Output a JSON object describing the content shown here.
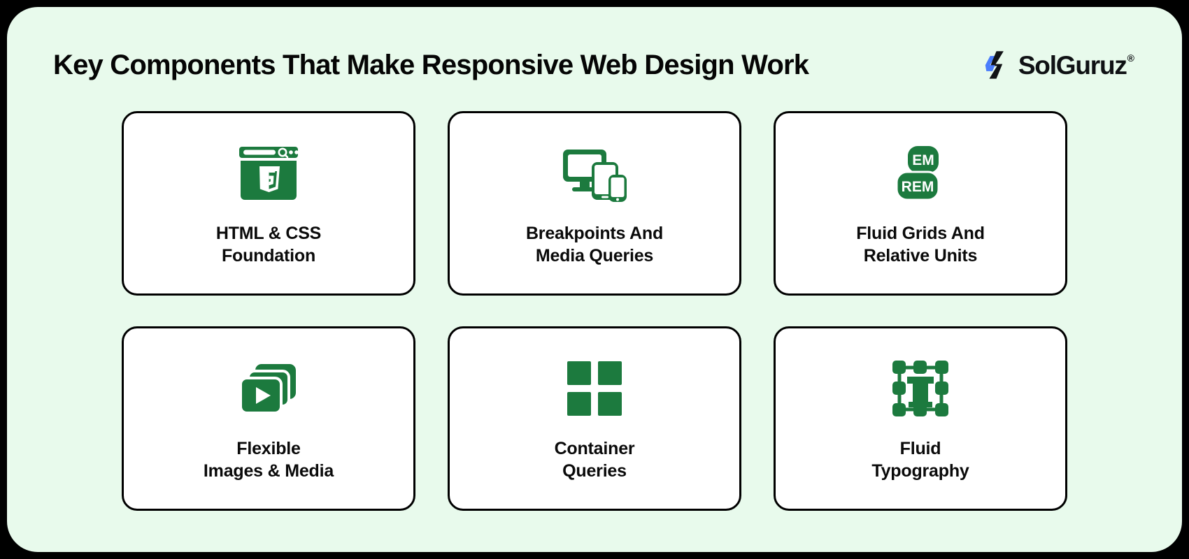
{
  "header": {
    "title": "Key Components That Make Responsive Web Design Work",
    "logo": {
      "name": "SolGuruz",
      "trademark": "®",
      "mark_icon": "solguruz-s-mark-icon",
      "mark_color_primary": "#4a7dfc",
      "mark_color_secondary": "#111316"
    }
  },
  "theme": {
    "outer_background": "#000000",
    "panel_background": "#e8faec",
    "card_background": "#ffffff",
    "card_border": "#000000",
    "icon_green": "#1c7a3e",
    "text_color": "#0a0a0a"
  },
  "cards": [
    {
      "id": "html-css-foundation",
      "label": "HTML & CSS\nFoundation",
      "icon": "browser-html5-icon"
    },
    {
      "id": "breakpoints-media-queries",
      "label": "Breakpoints And\nMedia Queries",
      "icon": "responsive-devices-icon"
    },
    {
      "id": "fluid-grids-relative-units",
      "label": "Fluid Grids And\nRelative Units",
      "icon": "em-rem-units-icon",
      "badge_top": "EM",
      "badge_bottom": "REM"
    },
    {
      "id": "flexible-images-media",
      "label": "Flexible\nImages & Media",
      "icon": "media-stack-play-icon"
    },
    {
      "id": "container-queries",
      "label": "Container\nQueries",
      "icon": "four-square-grid-icon"
    },
    {
      "id": "fluid-typography",
      "label": "Fluid\nTypography",
      "icon": "text-transform-handles-icon"
    }
  ]
}
